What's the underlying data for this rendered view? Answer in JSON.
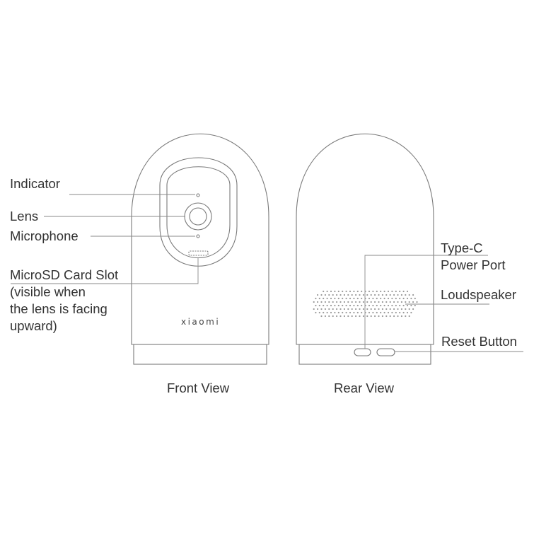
{
  "front": {
    "title": "Front View",
    "brand": "xiaomi",
    "labels": {
      "indicator": "Indicator",
      "lens": "Lens",
      "microphone": "Microphone",
      "microsd_line1": "MicroSD Card Slot",
      "microsd_line2": "(visible when",
      "microsd_line3": "the lens is facing",
      "microsd_line4": "upward)"
    }
  },
  "rear": {
    "title": "Rear View",
    "labels": {
      "typec_line1": "Type-C",
      "typec_line2": "Power Port",
      "loudspeaker": "Loudspeaker",
      "reset": "Reset Button"
    }
  },
  "colors": {
    "outline": "#777777",
    "text": "#333333",
    "background": "#ffffff"
  }
}
